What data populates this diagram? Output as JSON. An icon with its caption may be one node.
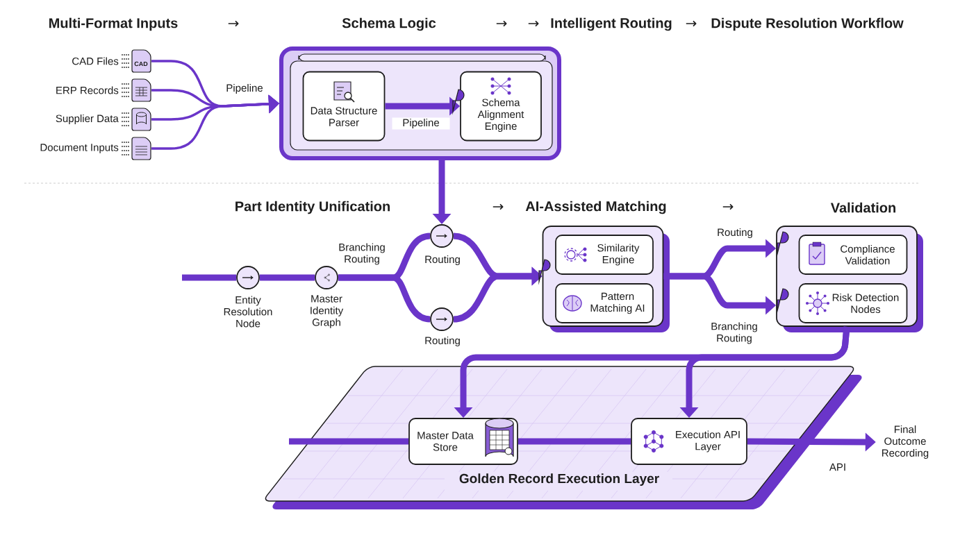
{
  "diagram": {
    "nodes": [
      {
        "text": [
          "CAD Files"
        ]
      },
      {
        "text": [
          "ERP Records"
        ]
      },
      {
        "text": [
          "Supplier Data"
        ]
      },
      {
        "text": [
          "Document Inputs"
        ]
      },
      {
        "text": [],
        "shape": "box"
      },
      {
        "text": [
          "Data Structure Parser"
        ],
        "in": 4
      },
      {
        "text": [
          "Schema Alignment Engine"
        ],
        "in": 4
      },
      {
        "text": [],
        "shape": "circle",
        "beside": [
          "Entity Resolution Node"
        ]
      },
      {
        "text": [],
        "shape": "circle",
        "beside": [
          "Master Identity Graph"
        ]
      },
      {
        "text": [],
        "shape": "circle",
        "beside": [
          "Routing"
        ]
      },
      {
        "text": [],
        "shape": "circle",
        "beside": [
          "Routing"
        ]
      },
      {
        "text": [],
        "shape": "box"
      },
      {
        "text": [
          "Similarity Engine"
        ],
        "in": 11
      },
      {
        "text": [
          "Pattern Matching AI"
        ],
        "in": 11
      },
      {
        "text": [],
        "shape": "box"
      },
      {
        "text": [
          "Compliance Validation"
        ],
        "in": 14
      },
      {
        "text": [
          "Risk Detection Nodes"
        ],
        "in": 14
      },
      {
        "text": [
          "Golden Record Execution Layer"
        ]
      },
      {
        "text": [
          "Master Data Store"
        ],
        "in": 17
      },
      {
        "text": [
          "Execution API Layer"
        ],
        "in": 17
      },
      {
        "text": [
          "Final Outcome Recording"
        ]
      }
    ],
    "edges": [
      {
        "from": 0,
        "to": 4,
        "arrow": "to",
        "label": "Pipeline"
      },
      {
        "from": 1,
        "to": 4,
        "arrow": "to"
      },
      {
        "from": 2,
        "to": 4,
        "arrow": "to"
      },
      {
        "from": 3,
        "to": 4,
        "arrow": "to"
      },
      {
        "from": 5,
        "to": 6,
        "arrow": "to",
        "label": "Pipeline"
      },
      {
        "from": 4,
        "to": 9,
        "arrow": "to"
      },
      {
        "from": null,
        "to": 7,
        "arrow": "none"
      },
      {
        "from": 7,
        "to": 8,
        "arrow": "none"
      },
      {
        "from": 8,
        "to": 9,
        "arrow": "none",
        "label": "Branching Routing"
      },
      {
        "from": 8,
        "to": 10,
        "arrow": "none"
      },
      {
        "from": 9,
        "to": 11,
        "arrow": "to"
      },
      {
        "from": 10,
        "to": 11,
        "arrow": "to"
      },
      {
        "from": 11,
        "to": 14,
        "arrow": "to",
        "label": "Routing"
      },
      {
        "from": 11,
        "to": 14,
        "arrow": "to",
        "label": "Branching Routing"
      },
      {
        "from": 14,
        "to": 18,
        "arrow": "to"
      },
      {
        "from": 14,
        "to": 19,
        "arrow": "to"
      },
      {
        "from": null,
        "to": 18,
        "arrow": "none"
      },
      {
        "from": 18,
        "to": 19,
        "arrow": "none"
      },
      {
        "from": 19,
        "to": 20,
        "arrow": "to",
        "label": "API"
      }
    ],
    "labels": [
      "Multi-Format Inputs",
      "→",
      "Schema Logic",
      "→",
      "→",
      "Intelligent Routing",
      "→",
      "Dispute Resolution Workflow",
      "Part Identity Unification",
      "→",
      "AI-Assisted Matching",
      "→",
      "Validation",
      "CAD"
    ]
  }
}
